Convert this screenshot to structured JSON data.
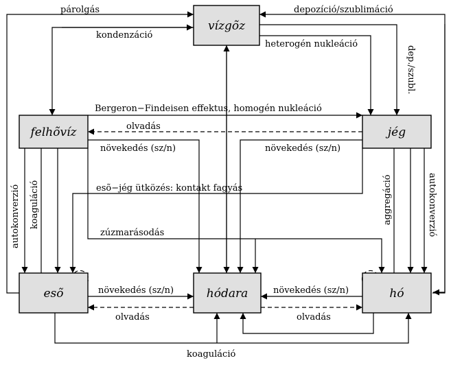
{
  "nodes": {
    "vizgoz": "vízgõz",
    "felhoviz": "felhõvíz",
    "jeg": "jég",
    "eso": "esõ",
    "hodara": "hódara",
    "ho": "hó"
  },
  "labels": {
    "parolgas": "párolgás",
    "kondenzacio": "kondenzáció",
    "depozicio": "depozíció/szublimáció",
    "heterogen": "heterogén nukleáció",
    "depszubl": "dep./szubl.",
    "bergeron": "Bergeron−Findeisen effektus,  homogén nukleáció",
    "olvadas_top": "olvadás",
    "novekedes_left": "növekedés (sz/n)",
    "novekedes_right": "növekedés (sz/n)",
    "autokonverzio_left": "autokonverzió",
    "koagulacio_left": "koaguláció",
    "eso_jeg": "esõ−jég ütközés: kontakt fagyás",
    "zuzmara": "zúzmarásodás",
    "aggregacio": "aggregáció",
    "autokonverzio_right": "autokonverzió",
    "novekedes_bottom_left": "növekedés (sz/n)",
    "novekedes_bottom_right": "növekedés (sz/n)",
    "olvadas_bottom_left": "olvadás",
    "olvadas_bottom_right": "olvadás",
    "koagulacio_bottom": "koaguláció"
  }
}
